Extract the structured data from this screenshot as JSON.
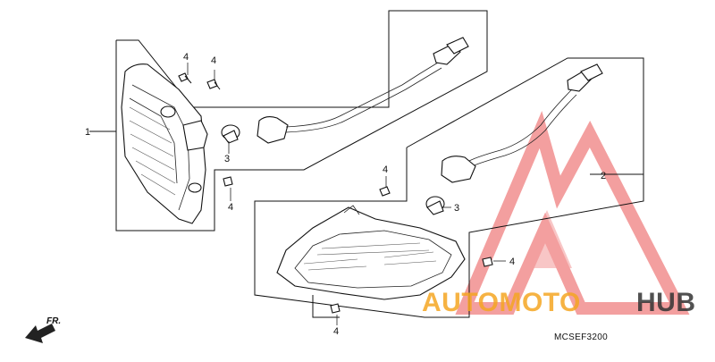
{
  "callouts": {
    "c1": "1",
    "c2": "2",
    "c3a": "3",
    "c3b": "3",
    "c4a": "4",
    "c4b": "4",
    "c4c": "4",
    "c4d": "4",
    "c4e": "4",
    "c4f": "4"
  },
  "diagram_code": "MCSEF3200",
  "direction_label": "FR.",
  "watermark": {
    "part1": "AUTOMOTO",
    "part2": "HUB",
    "color_accent": "#f5a623",
    "color_dark": "#333333",
    "logo_color": "#f08080"
  }
}
